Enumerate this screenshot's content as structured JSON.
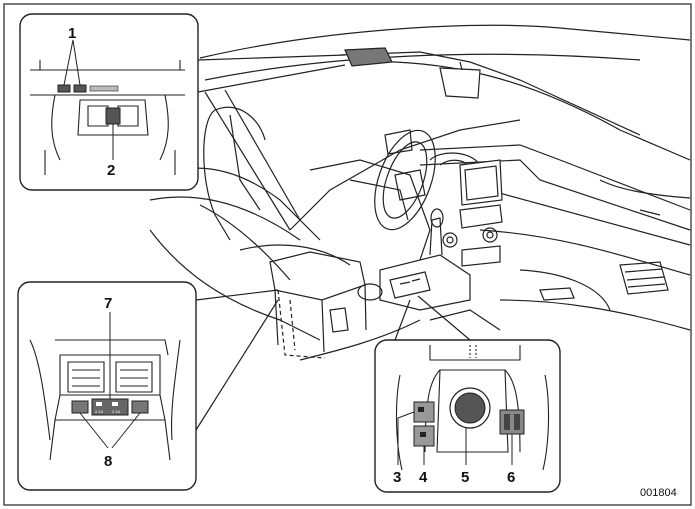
{
  "figure": {
    "id_label": "001804",
    "callouts": {
      "c1": "1",
      "c2": "2",
      "c3": "3",
      "c4": "4",
      "c5": "5",
      "c6": "6",
      "c7": "7",
      "c8": "8"
    },
    "usb_labels": {
      "left": "2.1A",
      "right": "2.1A"
    }
  }
}
